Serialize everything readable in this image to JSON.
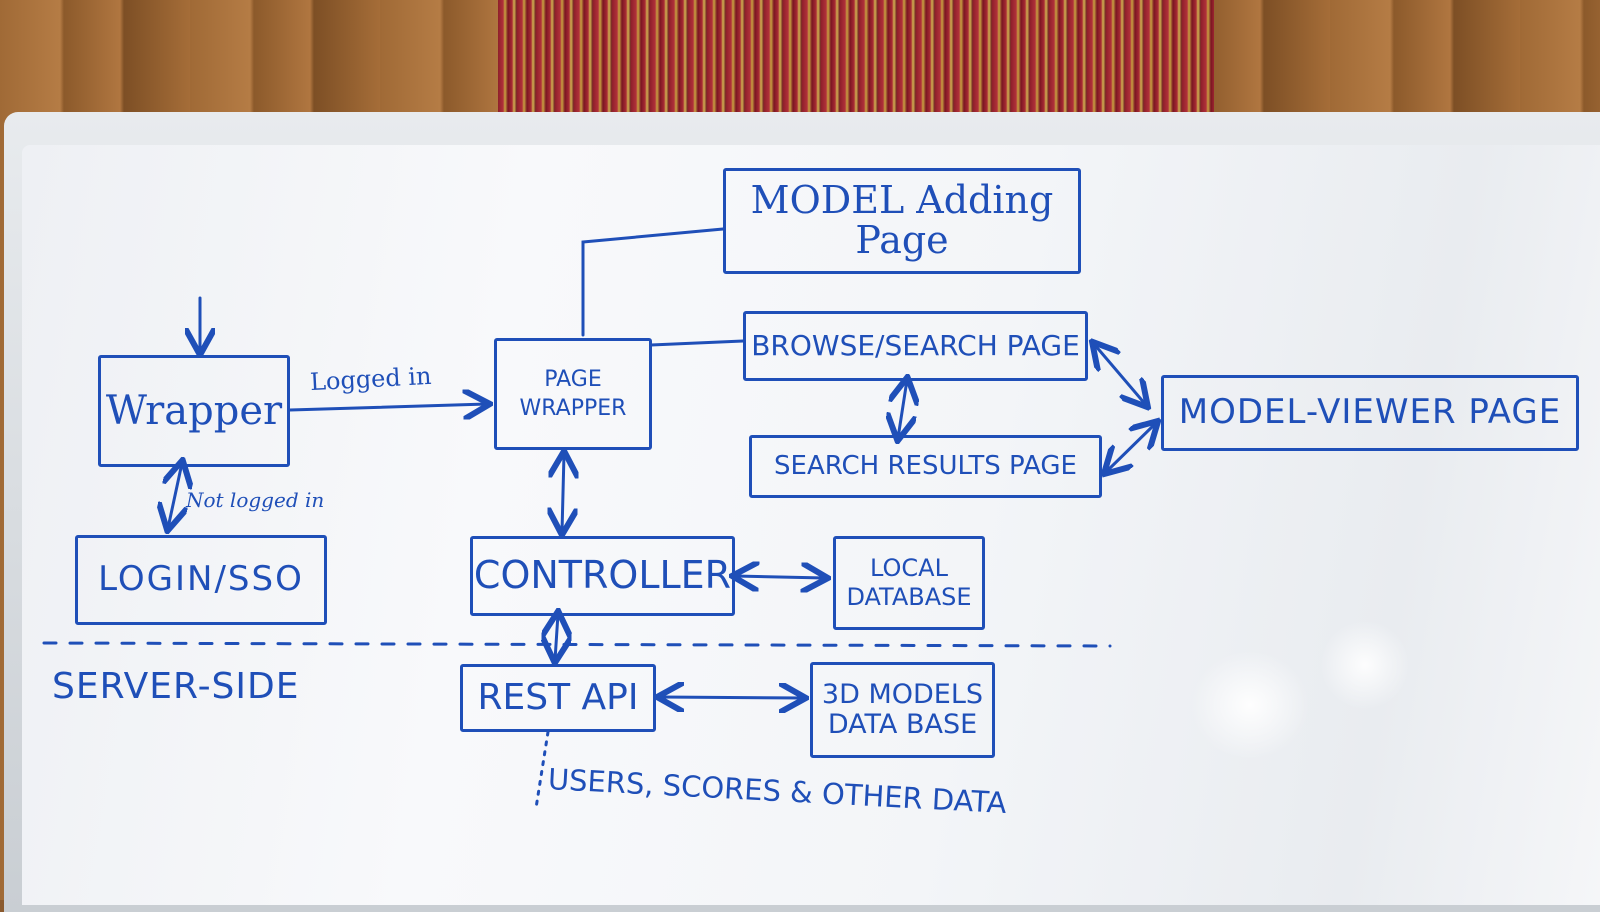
{
  "scene": {
    "background": "wooden wall with striped curtain",
    "ink_color": "#1f4fb8"
  },
  "diagram": {
    "nodes": {
      "wrapper": "Wrapper",
      "login": "LOGIN/SSO",
      "page_wrapper_line1": "PAGE",
      "page_wrapper_line2": "WRAPPER",
      "model_adding": "MODEL Adding Page",
      "browse_search": "BROWSE/SEARCH PAGE",
      "search_results": "SEARCH RESULTS PAGE",
      "model_viewer": "MODEL-VIEWER PAGE",
      "controller": "CONTROLLER",
      "local_db_line1": "LOCAL",
      "local_db_line2": "DATABASE",
      "rest_api": "REST API",
      "models_db_line1": "3D MODELS",
      "models_db_line2": "DATA BASE"
    },
    "edge_labels": {
      "logged_in": "Logged in",
      "not_logged_in": "Not logged in"
    },
    "section_labels": {
      "server_side": "SERVER-SIDE",
      "other_data": "USERS, SCORES & OTHER DATA"
    },
    "edges": [
      {
        "from": "entry",
        "to": "wrapper",
        "style": "arrow"
      },
      {
        "from": "wrapper",
        "to": "page_wrapper",
        "style": "arrow",
        "label": "Logged in"
      },
      {
        "from": "wrapper",
        "to": "login",
        "style": "double-arrow",
        "label": "Not logged in"
      },
      {
        "from": "page_wrapper",
        "to": "model_adding",
        "style": "line"
      },
      {
        "from": "page_wrapper",
        "to": "browse_search",
        "style": "line"
      },
      {
        "from": "browse_search",
        "to": "search_results",
        "style": "double-arrow"
      },
      {
        "from": "browse_search",
        "to": "model_viewer",
        "style": "double-arrow"
      },
      {
        "from": "search_results",
        "to": "model_viewer",
        "style": "double-arrow"
      },
      {
        "from": "page_wrapper",
        "to": "controller",
        "style": "double-arrow"
      },
      {
        "from": "controller",
        "to": "local_db",
        "style": "double-arrow"
      },
      {
        "from": "controller",
        "to": "rest_api",
        "style": "double-arrow"
      },
      {
        "from": "rest_api",
        "to": "models_db",
        "style": "double-arrow"
      },
      {
        "from": "rest_api",
        "to": "other_data",
        "style": "dotted"
      }
    ]
  }
}
